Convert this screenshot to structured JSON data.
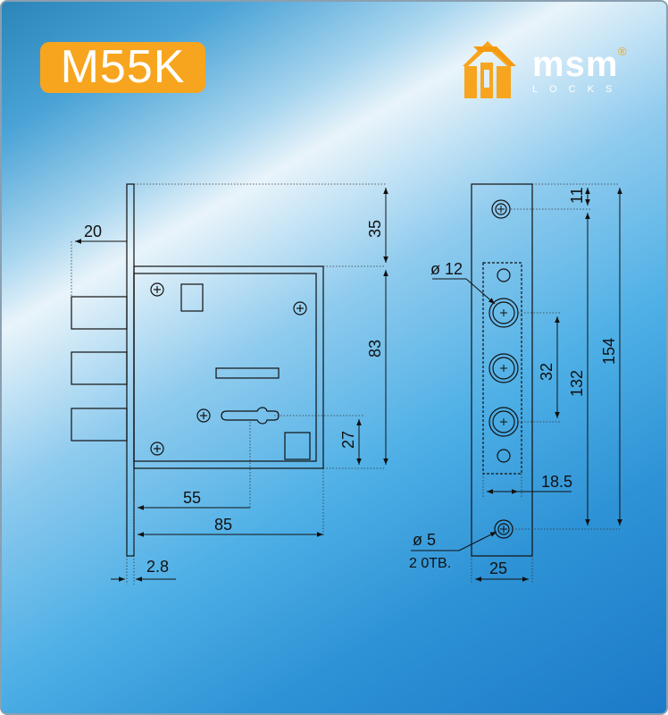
{
  "title": "M55K",
  "logo": {
    "name": "msm",
    "sub": "LOCKS",
    "reg": "®",
    "brand_color": "#f7a51e"
  },
  "dimensions": {
    "backset_20": "20",
    "top_35": "35",
    "body_83": "83",
    "key_27": "27",
    "width_55": "55",
    "width_85": "85",
    "plate_2_8": "2.8",
    "hole_12": "ø 12",
    "top_11": "11",
    "spacing_32": "32",
    "spacing_132": "132",
    "height_154": "154",
    "width_18_5": "18.5",
    "screw_5": "ø 5",
    "screw_count": "2 0ТВ.",
    "width_25": "25"
  }
}
